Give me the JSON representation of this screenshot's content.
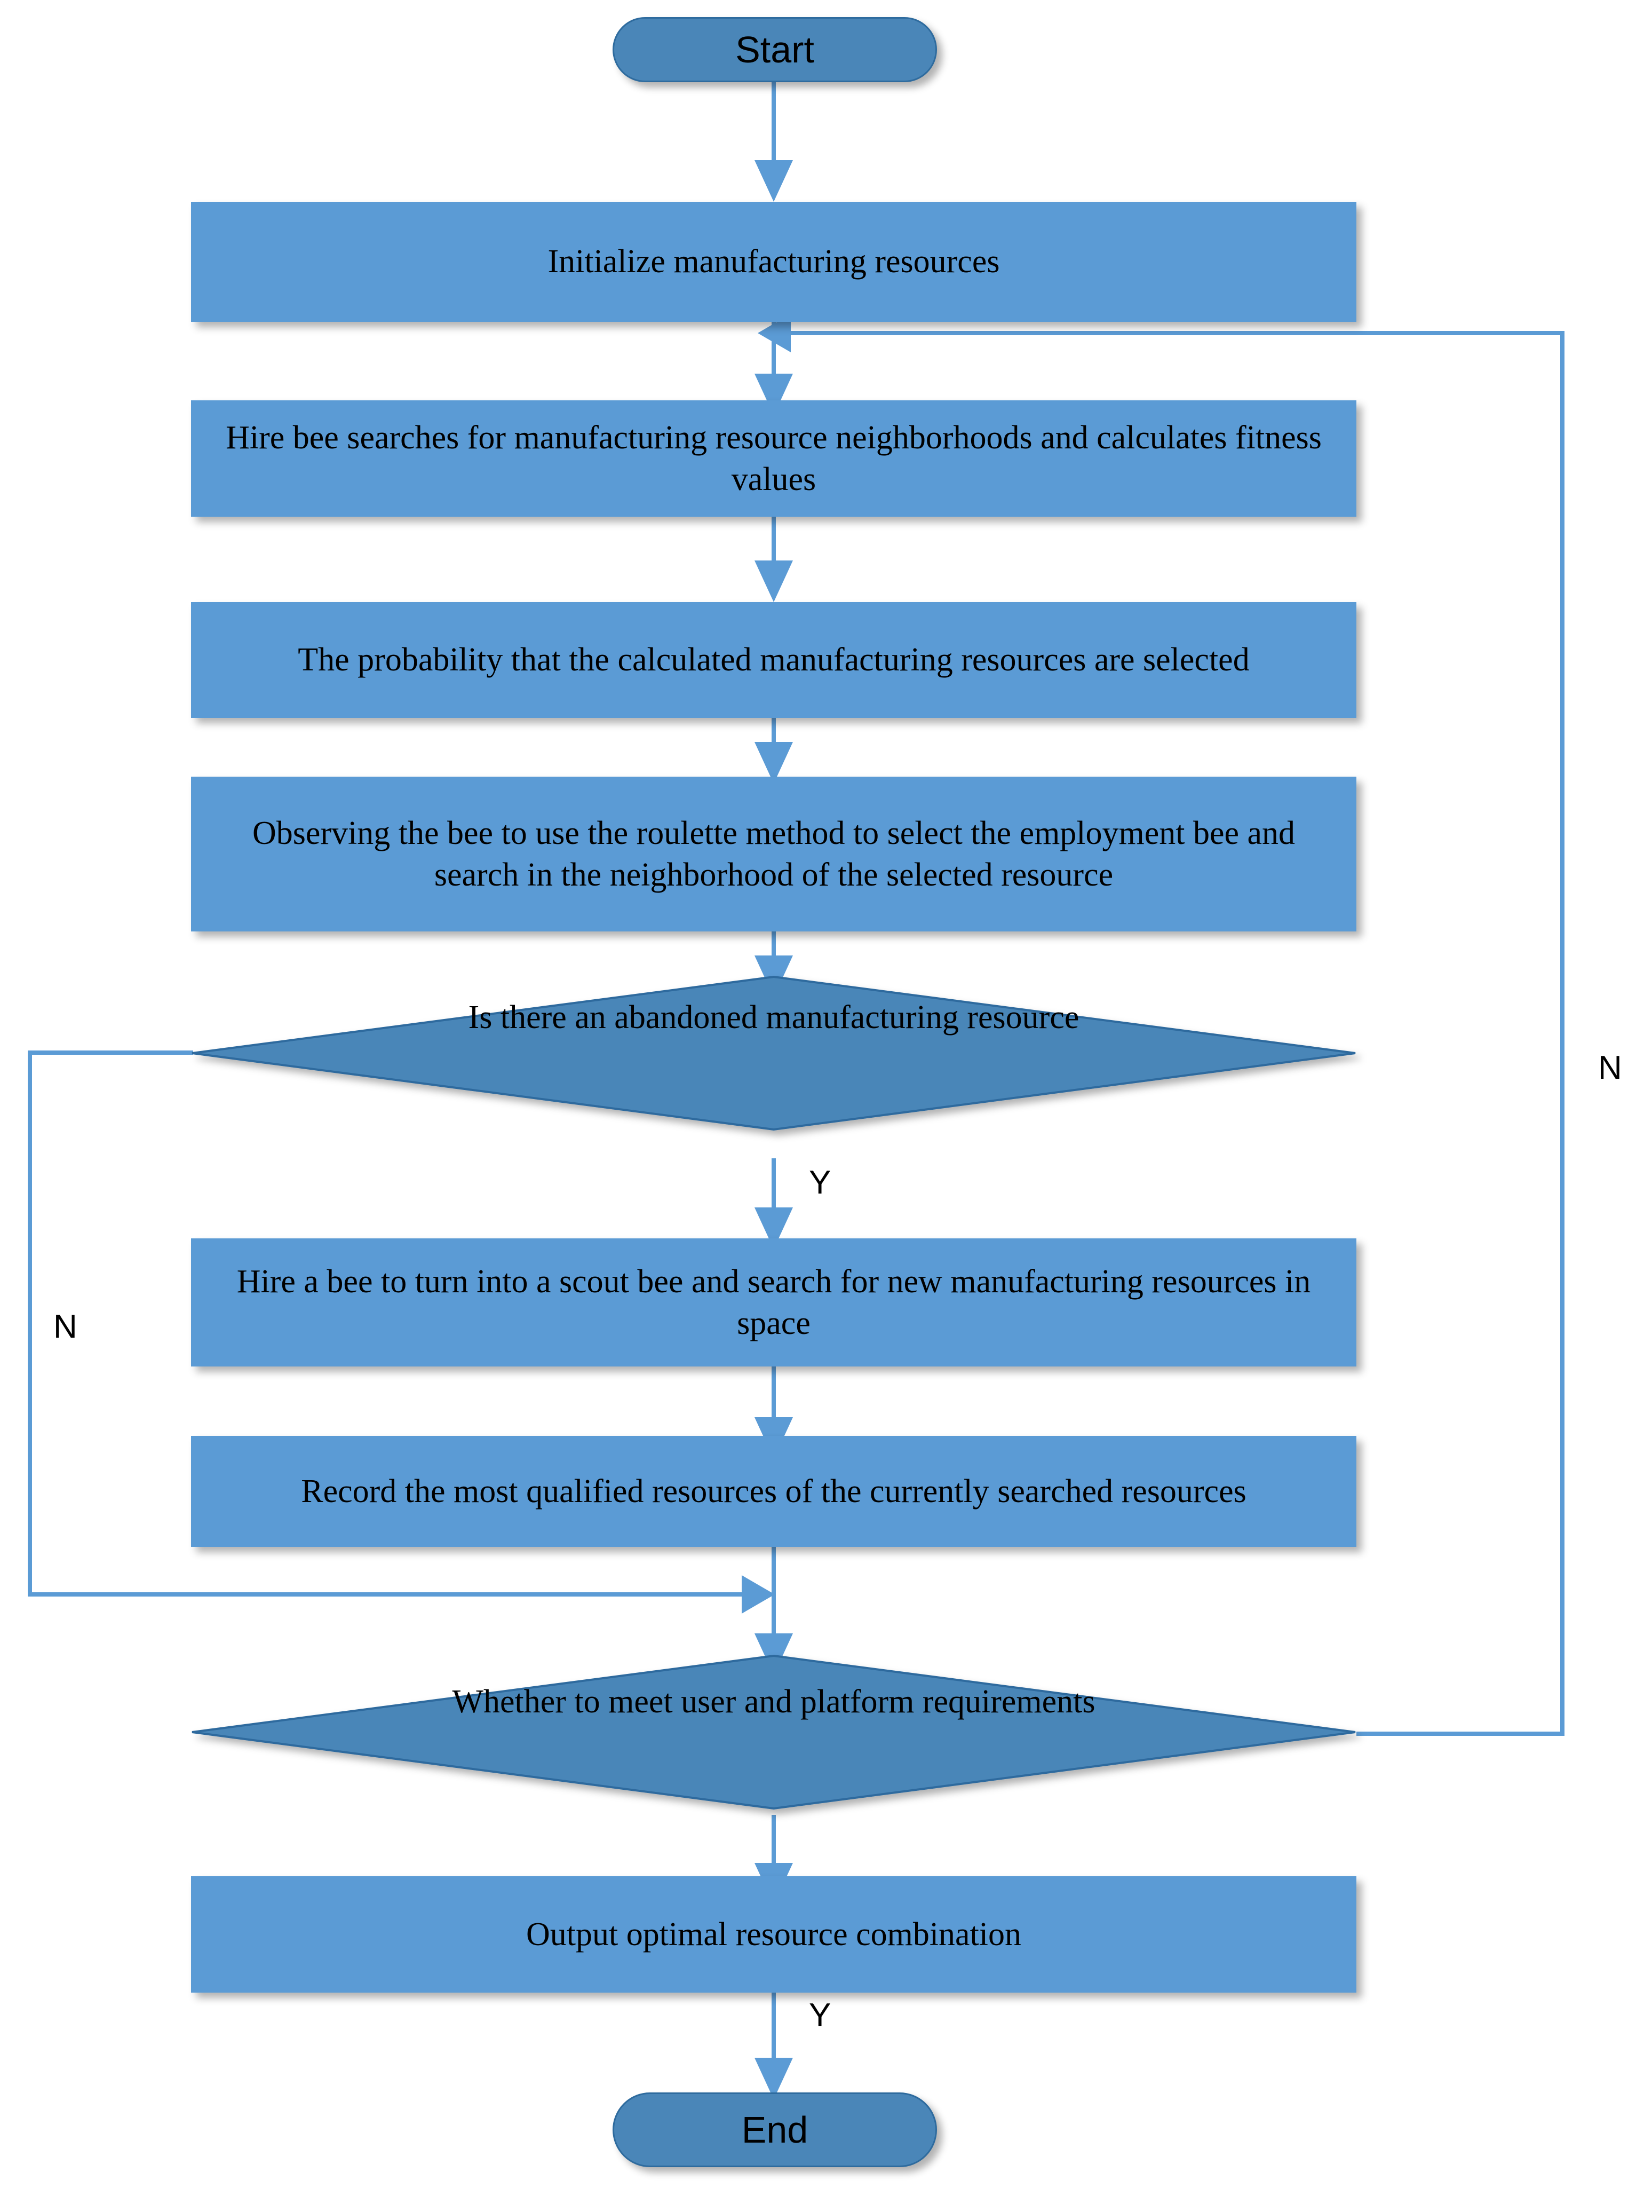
{
  "diagram": {
    "title": "Artificial bee colony manufacturing resource optimization flowchart",
    "type": "flowchart",
    "colors": {
      "process_fill": "#5B9BD5",
      "decision_fill": "#4A86B8",
      "terminator_fill": "#4A86B8",
      "terminator_border": "#2E6B9E",
      "connector": "#5B9BD5",
      "text": "#000000",
      "background": "#FFFFFF"
    },
    "nodes": {
      "start": {
        "label": "Start",
        "shape": "terminator"
      },
      "init": {
        "label": "Initialize manufacturing resources",
        "shape": "process"
      },
      "hire_search": {
        "label": "Hire bee searches for manufacturing resource neighborhoods and calculates fitness values",
        "shape": "process"
      },
      "probability": {
        "label": "The probability that the calculated manufacturing resources are selected",
        "shape": "process"
      },
      "observe": {
        "label": "Observing the bee to use the roulette method to select the employment bee and search in the neighborhood of the selected resource",
        "shape": "process"
      },
      "abandoned_check": {
        "label": "Is there an abandoned manufacturing resource",
        "shape": "decision"
      },
      "scout": {
        "label": "Hire a bee to turn into a scout bee and search for new manufacturing resources in space",
        "shape": "process"
      },
      "record": {
        "label": "Record the most qualified resources of the currently searched resources",
        "shape": "process"
      },
      "requirements_check": {
        "label": "Whether to meet user and platform requirements",
        "shape": "decision"
      },
      "output": {
        "label": "Output optimal resource combination",
        "shape": "process"
      },
      "end": {
        "label": "End",
        "shape": "terminator"
      }
    },
    "edge_labels": {
      "abandoned_yes": "Y",
      "abandoned_no": "N",
      "requirements_no": "N",
      "requirements_yes": "Y"
    }
  }
}
